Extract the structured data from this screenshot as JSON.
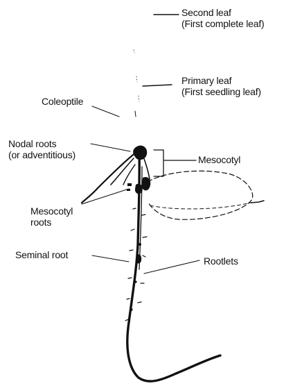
{
  "labels": {
    "second_leaf": [
      "Second leaf",
      "(First complete leaf)"
    ],
    "primary_leaf": [
      "Primary leaf",
      "(First seedling leaf)"
    ],
    "coleoptile": "Coleoptile",
    "nodal_roots": [
      "Nodal roots",
      "(or adventitious)"
    ],
    "mesocotyl": "Mesocotyl",
    "mesocotyl_roots": [
      "Mesocotyl",
      "roots"
    ],
    "seminal_root": "Seminal root",
    "rootlets": "Rootlets"
  },
  "colors": {
    "ink": "#111111",
    "background": "#ffffff"
  }
}
